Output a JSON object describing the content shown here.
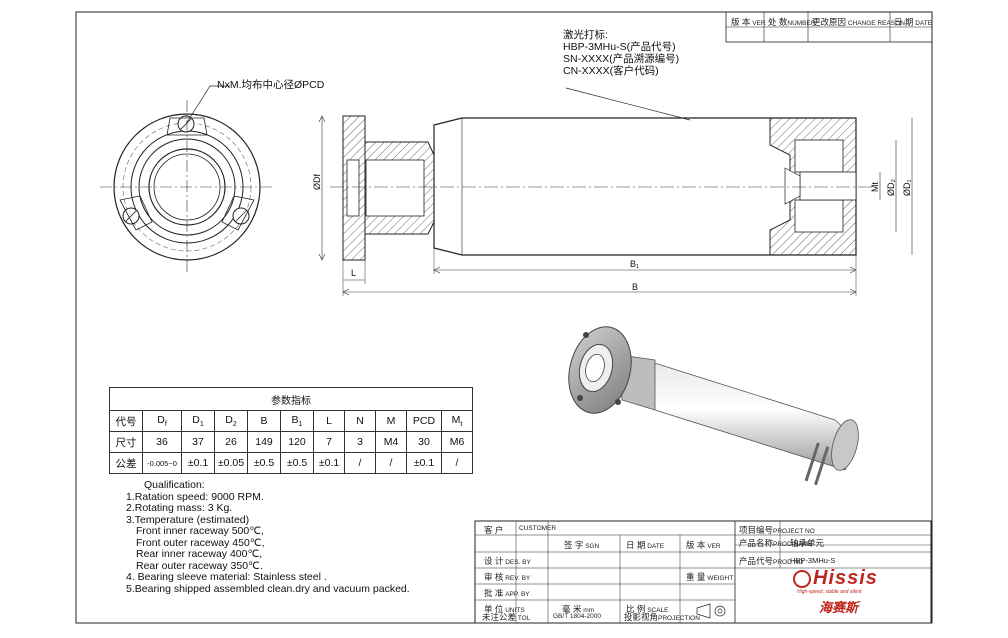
{
  "revision_header": [
    "版 本",
    "VER",
    "处 数",
    "NUMBER",
    "更改原因",
    "CHANGE REASON",
    "日 期",
    "DATE"
  ],
  "callouts": {
    "nxm": "NxM.均布中心径ØPCD",
    "laser": [
      "激光打标:",
      "HBP-3MHu-S(产品代号)",
      "SN-XXXX(产品溯源编号)",
      "CN-XXXX(客户代码)"
    ]
  },
  "dims": {
    "B1": "B₁",
    "B": "B",
    "L": "L",
    "Df": "ØDf",
    "Mt": "Mt",
    "D2": "ØD₂",
    "D1": "ØD₁"
  },
  "params_table": {
    "title": "参数指标",
    "headers": [
      "代号",
      "D",
      "D",
      "D",
      "B",
      "B",
      "L",
      "N",
      "M",
      "PCD",
      "M"
    ],
    "header_subs": [
      "",
      "f",
      "1",
      "2",
      "",
      "1",
      "",
      "",
      "",
      "",
      "t"
    ],
    "rows": [
      [
        "尺寸",
        "36",
        "37",
        "26",
        "149",
        "120",
        "7",
        "3",
        "M4",
        "30",
        "M6"
      ],
      [
        "公差",
        "-0.005~0",
        "±0.1",
        "±0.05",
        "±0.5",
        "±0.5",
        "±0.1",
        "/",
        "/",
        "±0.1",
        "/"
      ]
    ]
  },
  "qualification": {
    "title": "Qualification:",
    "lines": [
      "1.Ratation speed: 9000 RPM.",
      "2.Rotating mass: 3 Kg.",
      "3.Temperature (estimated)",
      "Front inner raceway 500℃,",
      "Front outer raceway 450℃,",
      "Rear inner raceway 400℃,",
      "Rear outer raceway 350℃.",
      "4. Bearing sleeve material: Stainless steel .",
      "5.Bearing shipped assembled clean.dry and vacuum packed."
    ]
  },
  "title_block": {
    "customer_label": "客 户",
    "customer_en": "CUSTOMER",
    "sign_label": "签 字",
    "sign_en": "SGN",
    "date_label": "日 期",
    "date_en": "DATE",
    "ver_label": "版 本",
    "ver_en": "VER",
    "design_label": "设 计",
    "design_en": "DES. BY",
    "review_label": "审 核",
    "review_en": "REV. BY",
    "approve_label": "批 准",
    "approve_en": "APP. BY",
    "weight_label": "重 量",
    "weight_en": "WEIGHT",
    "unit_label": "单 位",
    "unit_en": "UNITS",
    "unit_value": "毫 米",
    "unit_value_en": "mm",
    "scale_label": "比 例",
    "scale_en": "SCALE",
    "tol_label": "未注公差",
    "tol_en": "TOL",
    "tol_value": "GB/T 1804-2000",
    "proj_label": "投影视角",
    "proj_en": "PROJECTION",
    "project_no_label": "项目编号",
    "project_no_en": "PROJECT NO",
    "prod_name_label": "产品名称",
    "prod_name_en": "PROD NAME",
    "prod_name": "轴承单元",
    "prod_no_label": "产品代号",
    "prod_no_en": "PROD NO",
    "prod_no": "HBP-3MHu-S"
  },
  "logo": {
    "name": "Hissis",
    "slogan": "High-speed, stable and silent",
    "cn": "海赛斯",
    "color": "#c0261f"
  }
}
